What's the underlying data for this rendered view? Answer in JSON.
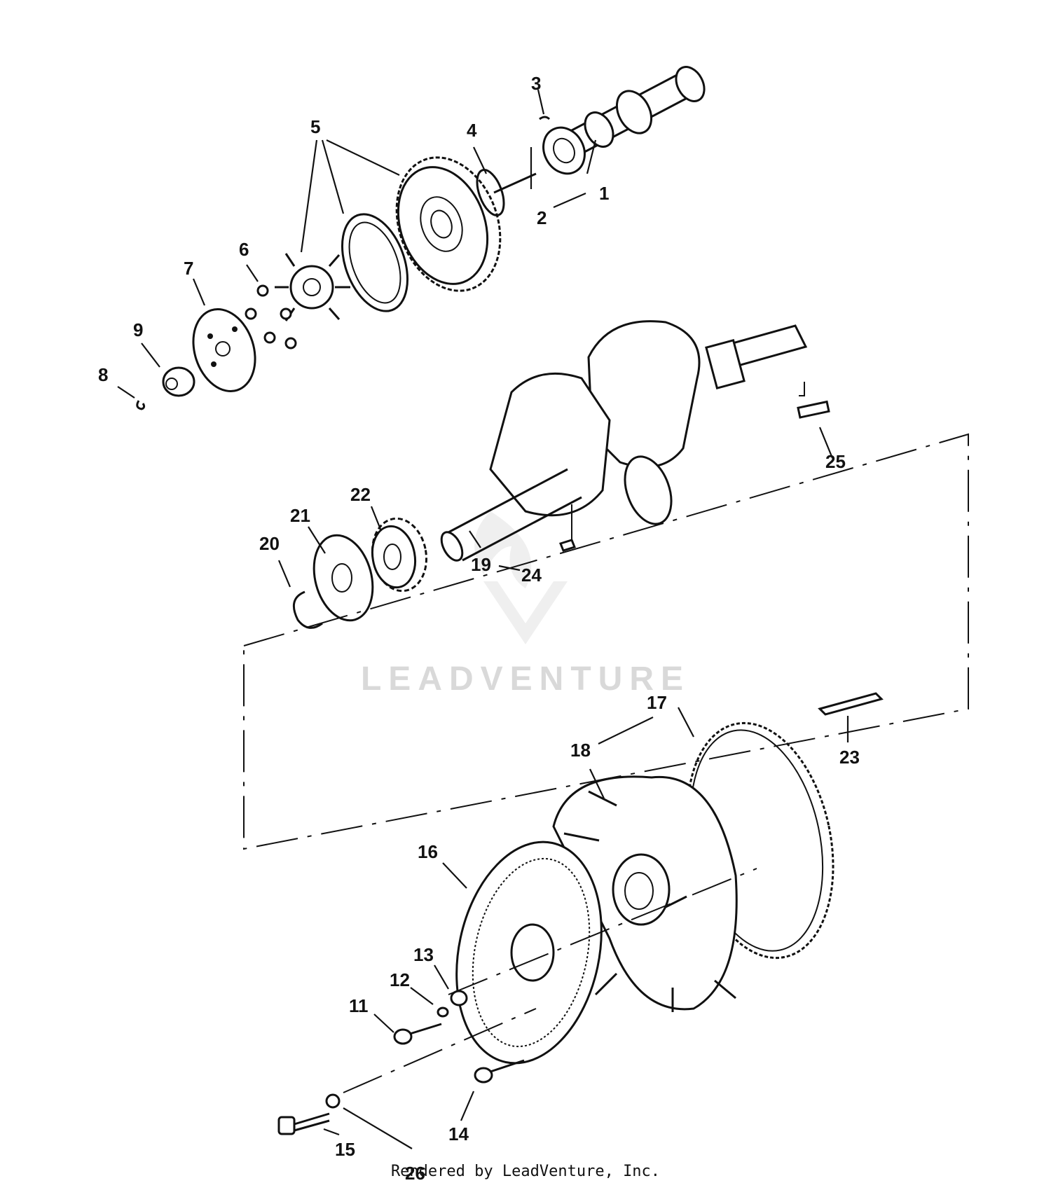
{
  "diagram": {
    "callouts": [
      "1",
      "2",
      "3",
      "4",
      "5",
      "6",
      "7",
      "8",
      "9",
      "11",
      "12",
      "13",
      "14",
      "15",
      "16",
      "17",
      "18",
      "19",
      "20",
      "21",
      "22",
      "23",
      "24",
      "25",
      "26"
    ],
    "watermark": "LEADVENTURE",
    "footer": "Rendered by LeadVenture, Inc."
  }
}
